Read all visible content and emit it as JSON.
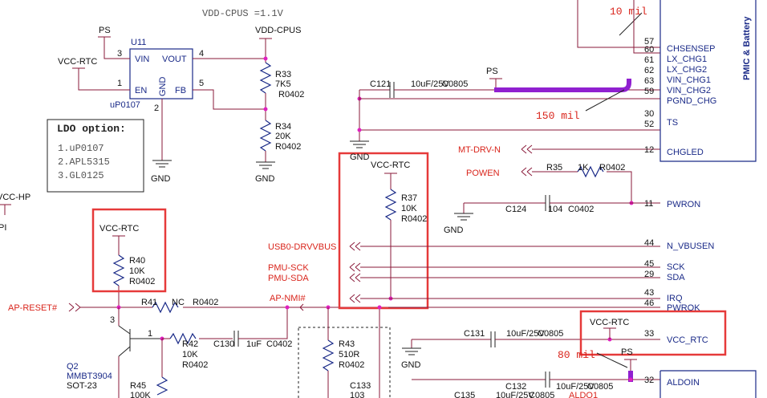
{
  "colors": {
    "wire": "#8a1a3a",
    "net_label": "#d9251c",
    "component": "#1a2a88",
    "junction": "#e020c0",
    "highlight": "#e63a3a",
    "bus": "#9020d0"
  },
  "top_note": "VDD-CPUS =1.1V",
  "ldo": {
    "ref": "U11",
    "part": "uP0107",
    "pins": {
      "vin": "VIN",
      "vout": "VOUT",
      "en": "EN",
      "gnd": "GND",
      "fb": "FB"
    },
    "pin_nums": {
      "vin": "3",
      "vout": "4",
      "en": "1",
      "gnd": "2",
      "fb": "5"
    },
    "ps_label": "PS",
    "vcc_rtc_label": "VCC-RTC",
    "gnd_label": "GND"
  },
  "ldo_box": {
    "title": "LDO option:",
    "options": [
      "1.uP0107",
      "2.APL5315",
      "3.GL0125"
    ]
  },
  "vdd_cpus": {
    "label": "VDD-CPUS",
    "gnd_label": "GND"
  },
  "r33": {
    "ref": "R33",
    "value": "7K5",
    "pkg": "R0402"
  },
  "r34": {
    "ref": "R34",
    "value": "20K",
    "pkg": "R0402"
  },
  "left_fragments": {
    "vcc_hp": "VCC-HP",
    "pi": "PI"
  },
  "r40": {
    "supply": "VCC-RTC",
    "ref": "R40",
    "value": "10K",
    "pkg": "R0402"
  },
  "r41": {
    "ref": "R41",
    "value": "NC",
    "pkg": "R0402"
  },
  "ap_reset": "AP-RESET#",
  "ap_nmi": "AP-NMI#",
  "q2": {
    "ref": "Q2",
    "part": "MMBT3904",
    "pkg": "SOT-23",
    "pin3": "3",
    "pin1": "1"
  },
  "r42": {
    "ref": "R42",
    "value": "10K",
    "pkg": "R0402"
  },
  "c130": {
    "ref": "C130",
    "value": "1uF",
    "pkg": "C0402"
  },
  "r45": {
    "ref": "R45",
    "value": "100K"
  },
  "r43": {
    "ref": "R43",
    "value": "510R",
    "pkg": "R0402"
  },
  "c133": {
    "ref": "C133",
    "value": "103"
  },
  "r37": {
    "supply": "VCC-RTC",
    "ref": "R37",
    "value": "10K",
    "pkg": "R0402"
  },
  "c121": {
    "ref": "C121",
    "value": "10uF/25V",
    "pkg": "C0805",
    "ps": "PS",
    "gnd": "GND"
  },
  "trace_150": "150 mil",
  "trace_10": "10 mil",
  "trace_80": "80 mil",
  "mt_drv": "MT-DRV-N",
  "powen": "POWEN",
  "r35": {
    "ref": "R35",
    "value": "1K",
    "pkg": "R0402"
  },
  "c124": {
    "ref": "C124",
    "value": "104",
    "pkg": "C0402",
    "gnd": "GND"
  },
  "usb0": "USB0-DRVVBUS",
  "pmu_sck": "PMU-SCK",
  "pmu_sda": "PMU-SDA",
  "c131": {
    "ref": "C131",
    "value": "10uF/25V",
    "pkg": "C0805",
    "gnd": "GND"
  },
  "vcc_rtc_46": {
    "supply": "VCC-RTC"
  },
  "c132": {
    "ref": "C132",
    "value": "10uF/25V",
    "pkg": "C0805",
    "ps": "PS"
  },
  "c135": {
    "ref": "C135",
    "value": "10uF/25V",
    "pkg": "C0805"
  },
  "aldo1": "ALDO1",
  "pmic_top_text": "PMIC & Battery",
  "pmic_pins": [
    {
      "num": "57",
      "name": "CHSENSEP"
    },
    {
      "num": "60",
      "name": "CHSENSEP"
    },
    {
      "num": "61",
      "name": "LX_CHG1"
    },
    {
      "num": "62",
      "name": "LX_CHG2"
    },
    {
      "num": "63",
      "name": "VIN_CHG1"
    },
    {
      "num": "59",
      "name": "VIN_CHG2"
    },
    {
      "num": "30",
      "name": "PGND_CHG"
    },
    {
      "num": "52",
      "name": "TS"
    },
    {
      "num": "12",
      "name": "CHGLED"
    },
    {
      "num": "11",
      "name": "PWRON"
    },
    {
      "num": "44",
      "name": "N_VBUSEN"
    },
    {
      "num": "45",
      "name": "SCK"
    },
    {
      "num": "29",
      "name": "SDA"
    },
    {
      "num": "43",
      "name": "IRQ"
    },
    {
      "num": "46",
      "name": "PWROK"
    },
    {
      "num": "33",
      "name": "VCC_RTC"
    },
    {
      "num": "32",
      "name": "ALDOIN"
    }
  ]
}
